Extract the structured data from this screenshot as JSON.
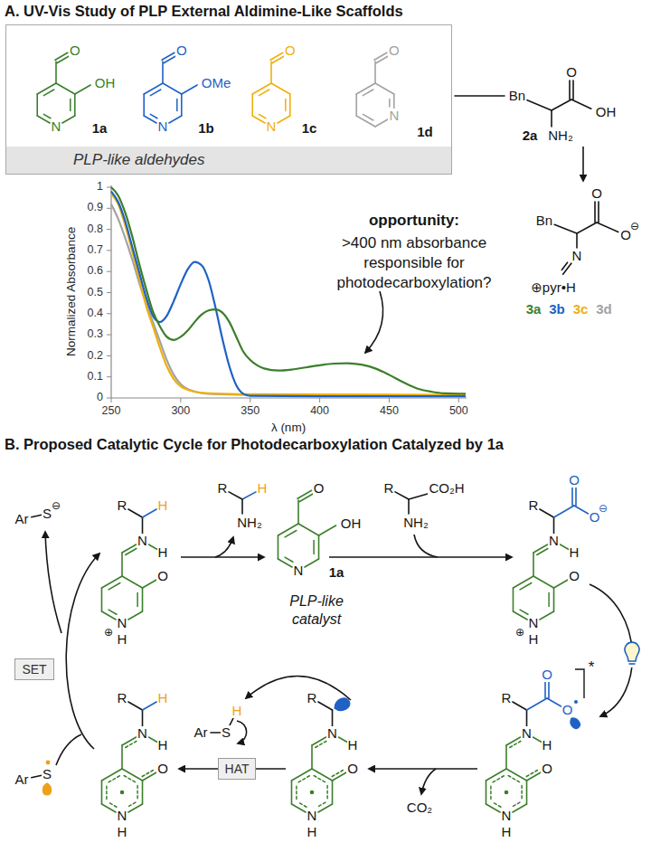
{
  "diagram": {
    "nodes": [
      {
        "text": [
          "PLP-like aldehydes"
        ]
      },
      {
        "text": [
          "SET"
        ]
      },
      {
        "text": [
          "HAT"
        ]
      }
    ],
    "labels": [
      "A. UV-Vis Study of PLP External Aldimine-Like Scaffolds",
      "O",
      "OH",
      "N",
      "1a",
      "O",
      "OMe",
      "N",
      "1b",
      "O",
      "N",
      "1c",
      "O",
      "N",
      "1d",
      "Bn",
      "O",
      "OH",
      "NH₂",
      "2a",
      "O",
      "Bn",
      "O",
      "⊖",
      "N",
      "⊕pyr•H",
      "3a",
      "3b",
      "3c",
      "3d",
      "Normalized Absorbance",
      "1",
      "0.9",
      "0.8",
      "0.7",
      "0.6",
      "0.5",
      "0.4",
      "0.3",
      "0.2",
      "0.1",
      "0",
      "250",
      "300",
      "350",
      "400",
      "450",
      "500",
      "λ (nm)",
      "opportunity:",
      ">400 nm absorbance responsible for photodecarboxylation?",
      "B. Proposed Catalytic Cycle for Photodecarboxylation Catalyzed by 1a",
      "R",
      "H",
      "N",
      "H",
      "O",
      "⊕",
      "N",
      "H",
      "R",
      "H",
      "NH₂",
      "O",
      "OH",
      "N",
      "1a",
      "PLP-like catalyst",
      "R",
      "CO₂H",
      "NH₂",
      "R",
      "O",
      "O",
      "⊖",
      "N",
      "H",
      "O",
      "⊕",
      "N",
      "H",
      "*",
      "R",
      "O",
      "O",
      "N",
      "H",
      "O",
      "N",
      "H",
      "CO₂",
      "R",
      "N",
      "H",
      "O",
      "N",
      "H",
      "H",
      "Ar",
      "S",
      "R",
      "H",
      "N",
      "H",
      "O",
      "N",
      "H",
      "Ar",
      "S",
      "Ar",
      "S",
      "⊖"
    ]
  }
}
